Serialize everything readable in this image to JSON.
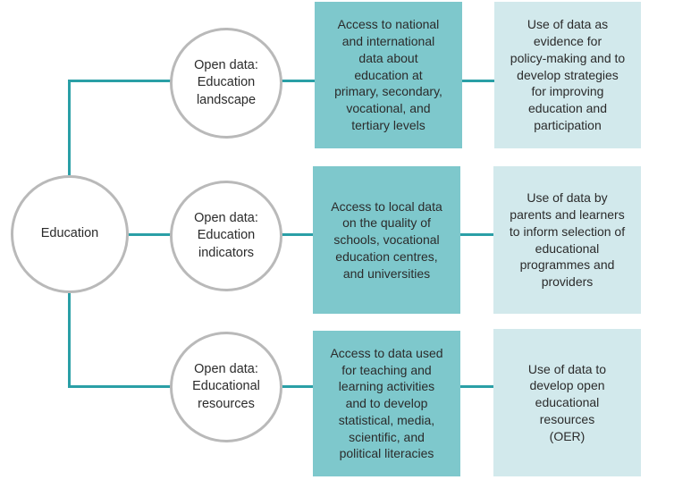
{
  "root": {
    "label": "Education"
  },
  "branches": [
    {
      "circle_label": "Open data:\nEducation\nlandscape",
      "access_text": "Access to national\nand international\ndata about\neducation at\nprimary, secondary,\nvocational, and\ntertiary levels",
      "use_text": "Use of data as\nevidence for\npolicy-making and to\ndevelop strategies\nfor improving\neducation and\nparticipation"
    },
    {
      "circle_label": "Open data:\nEducation\nindicators",
      "access_text": "Access to local data\non the quality of\nschools, vocational\neducation centres,\nand universities",
      "use_text": "Use of data by\nparents and learners\nto inform selection of\neducational\nprogrammes and\nproviders"
    },
    {
      "circle_label": "Open data:\nEducational\nresources",
      "access_text": "Access to data used\nfor teaching and\nlearning activities\nand to develop\nstatistical, media,\nscientific, and\npolitical literacies",
      "use_text": "Use of data to\ndevelop open\neducational\nresources\n(OER)"
    }
  ],
  "colors": {
    "connector": "#2a9fa6",
    "access_box": "#7ec8cc",
    "use_box": "#d2e9ec",
    "circle_border": "#b9b9b9"
  }
}
